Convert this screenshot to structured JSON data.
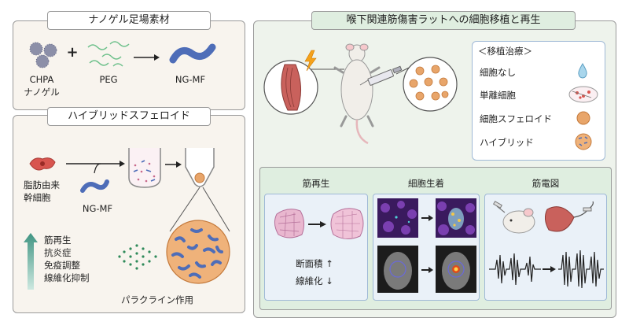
{
  "left_top": {
    "title": "ナノゲル足場素材",
    "chpa_label_1": "CHPA",
    "chpa_label_2": "ナノゲル",
    "plus": "+",
    "peg_label": "PEG",
    "ngmf_label": "NG-MF"
  },
  "left_bottom": {
    "title": "ハイブリッドスフェロイド",
    "cell_label_1": "脂肪由来",
    "cell_label_2": "幹細胞",
    "ngmf_label": "NG-MF",
    "effects": [
      "筋再生",
      "抗炎症",
      "免疫調整",
      "線維化抑制"
    ],
    "paracrine_label": "パラクライン作用"
  },
  "right": {
    "title": "喉下関連筋傷害ラットへの細胞移植と再生",
    "legend_title": "＜移植治療＞",
    "legend_items": [
      {
        "label": "細胞なし",
        "icon": "droplet-icon"
      },
      {
        "label": "単離細胞",
        "icon": "dispersed-cells-icon"
      },
      {
        "label": "細胞スフェロイド",
        "icon": "spheroid-icon"
      },
      {
        "label": "ハイブリッド",
        "icon": "hybrid-spheroid-icon"
      }
    ],
    "results": [
      {
        "title": "筋再生",
        "lines": [
          "断面積 ↑",
          "線維化 ↓"
        ]
      },
      {
        "title": "細胞生着"
      },
      {
        "title": "筋電図"
      }
    ]
  },
  "colors": {
    "panel_bg_left": "#f8f4ee",
    "panel_bg_right": "#eef3ec",
    "result_bg": "#eaf1f8",
    "arrow_teal": "#4a9a8a",
    "ngmf_blue": "#4e6db8",
    "spheroid_orange": "#e8a56a"
  }
}
